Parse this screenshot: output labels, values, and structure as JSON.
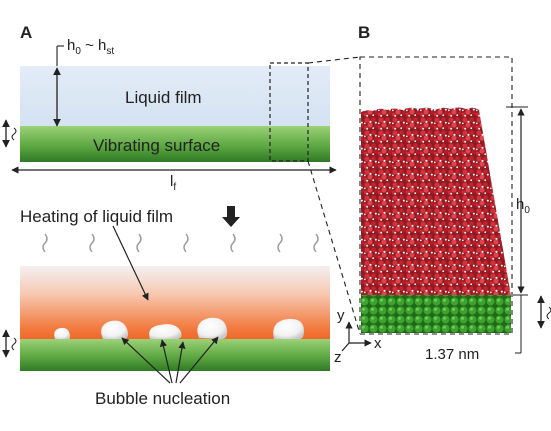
{
  "panels": {
    "a_letter": "A",
    "b_letter": "B"
  },
  "panel_a": {
    "height_label": "h",
    "height_sub0": "0",
    "height_tilde": " ~ h",
    "height_sub_st": "st",
    "liquid_film": "Liquid film",
    "vibrating_surface": "Vibrating surface",
    "length_label": "l",
    "length_sub": "f",
    "heating_label": "Heating of liquid film",
    "bubble_label": "Bubble nucleation"
  },
  "panel_b": {
    "height_label": "h",
    "height_sub": "0",
    "thickness_label": "1.37 nm",
    "axis_y": "y",
    "axis_x": "x",
    "axis_z": "z"
  },
  "colors": {
    "liquid_blue": "#dbe6f3",
    "surface_green_light": "#8cc56a",
    "surface_green_dark": "#3f8e2f",
    "heated_orange": "#f26a2c",
    "molecule_red": "#b3202a",
    "lattice_green": "#3a9a2a"
  }
}
